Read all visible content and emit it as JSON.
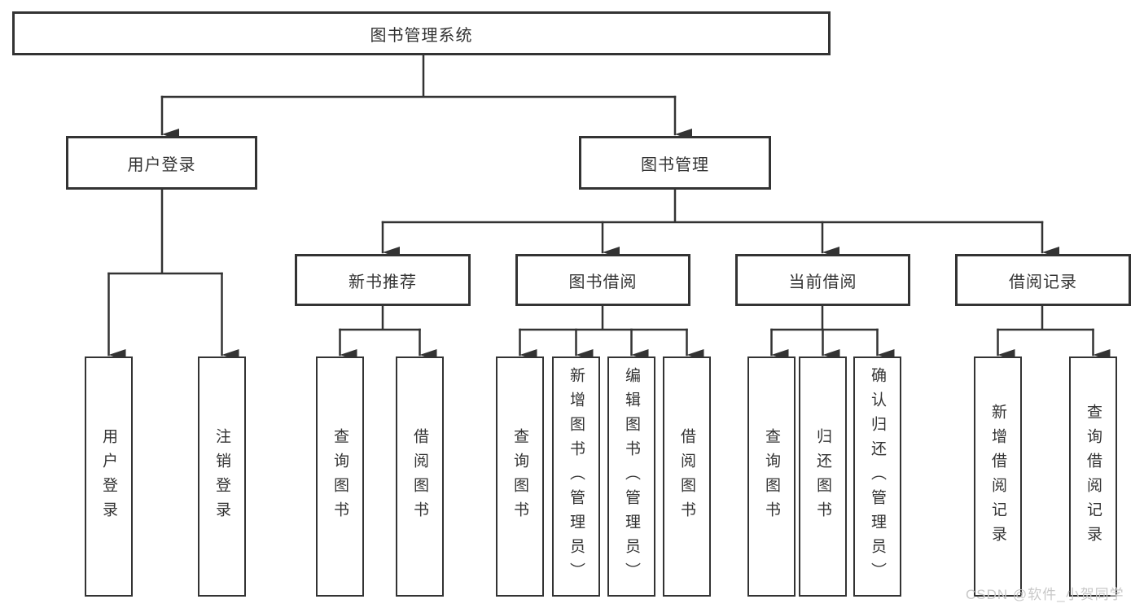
{
  "colors": {
    "line": "#333333",
    "box_border": "#333333",
    "box_fill": "#ffffff",
    "text": "#333333",
    "watermark": "#c8c8c8",
    "background": "#ffffff"
  },
  "tree": {
    "label": "图书管理系统",
    "children": [
      {
        "label": "用户登录",
        "children": [
          {
            "label": "用户登录"
          },
          {
            "label": "注销登录"
          }
        ]
      },
      {
        "label": "图书管理",
        "children": [
          {
            "label": "新书推荐",
            "children": [
              {
                "label": "查询图书"
              },
              {
                "label": "借阅图书"
              }
            ]
          },
          {
            "label": "图书借阅",
            "children": [
              {
                "label": "查询图书"
              },
              {
                "label": "新增图书（管理员）"
              },
              {
                "label": "编辑图书（管理员）"
              },
              {
                "label": "借阅图书"
              }
            ]
          },
          {
            "label": "当前借阅",
            "children": [
              {
                "label": "查询图书"
              },
              {
                "label": "归还图书"
              },
              {
                "label": "确认归还（管理员）"
              }
            ]
          },
          {
            "label": "借阅记录",
            "children": [
              {
                "label": "新增借阅记录"
              },
              {
                "label": "查询借阅记录"
              }
            ]
          }
        ]
      }
    ]
  },
  "watermark": {
    "text": "CSDN @软件_小贺同学"
  }
}
